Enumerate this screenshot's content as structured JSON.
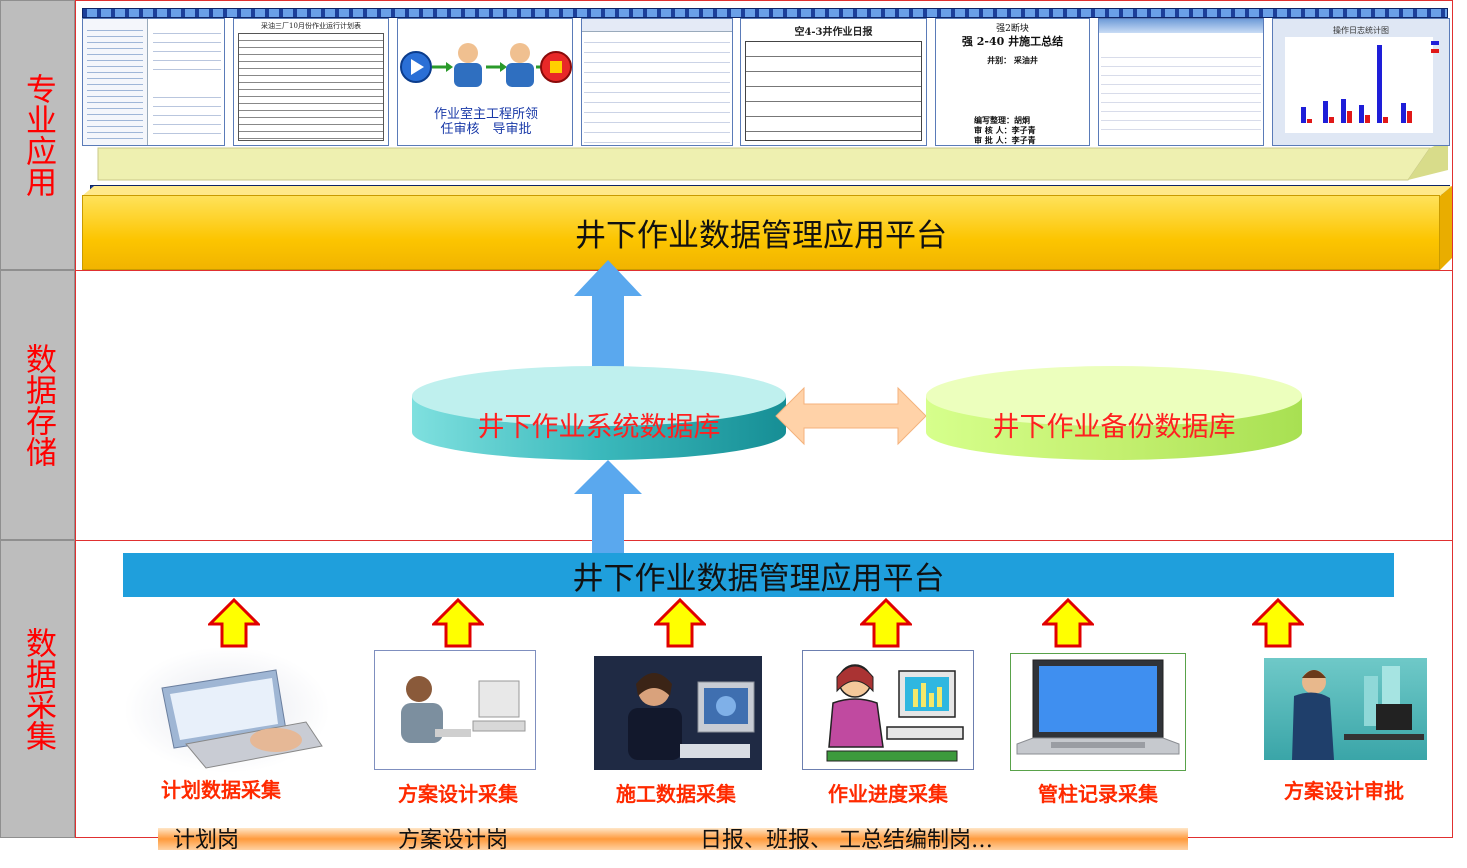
{
  "sections": {
    "application": "专业应用",
    "storage": "数据存储",
    "collection": "数据采集"
  },
  "platform": {
    "top_label": "井下作业数据管理应用平台",
    "mid_label": "井下作业数据管理应用平台"
  },
  "workflow": {
    "step1": "作业室主任审核",
    "step2": "工程所领导审批"
  },
  "screenshots": {
    "plan_table_title": "采油三厂10月份作业运行计划表",
    "daily_report_title": "空4-3井作业日报",
    "summary_block": "强2断块",
    "summary_title": "强 2-40 井施工总结",
    "summary_well": "井别： 采油井",
    "summary_editor": "编写整理：胡炯",
    "summary_reviewer": "审 核 人：李子青",
    "summary_approver": "审 批 人：李子青",
    "chart_title": "操作日志统计图"
  },
  "databases": {
    "system": "井下作业系统数据库",
    "backup": "井下作业备份数据库"
  },
  "collection_items": [
    {
      "label": "计划数据采集"
    },
    {
      "label": "方案设计采集"
    },
    {
      "label": "施工数据采集"
    },
    {
      "label": "作业进度采集"
    },
    {
      "label": "管柱记录采集"
    },
    {
      "label": "方案设计审批"
    }
  ],
  "roles": {
    "plan": "计划岗",
    "design": "方案设计岗",
    "report": "日报、班报、 工总结编制岗…"
  },
  "colors": {
    "section_text": "#ff0000",
    "platform_yellow": "#fcc500",
    "platform_blue": "#1f9fdc",
    "arrow_blue": "#5aa8ee",
    "db_teal": "#2fb3b8",
    "db_green": "#c8f27a",
    "caption_red": "#ff2a00"
  }
}
